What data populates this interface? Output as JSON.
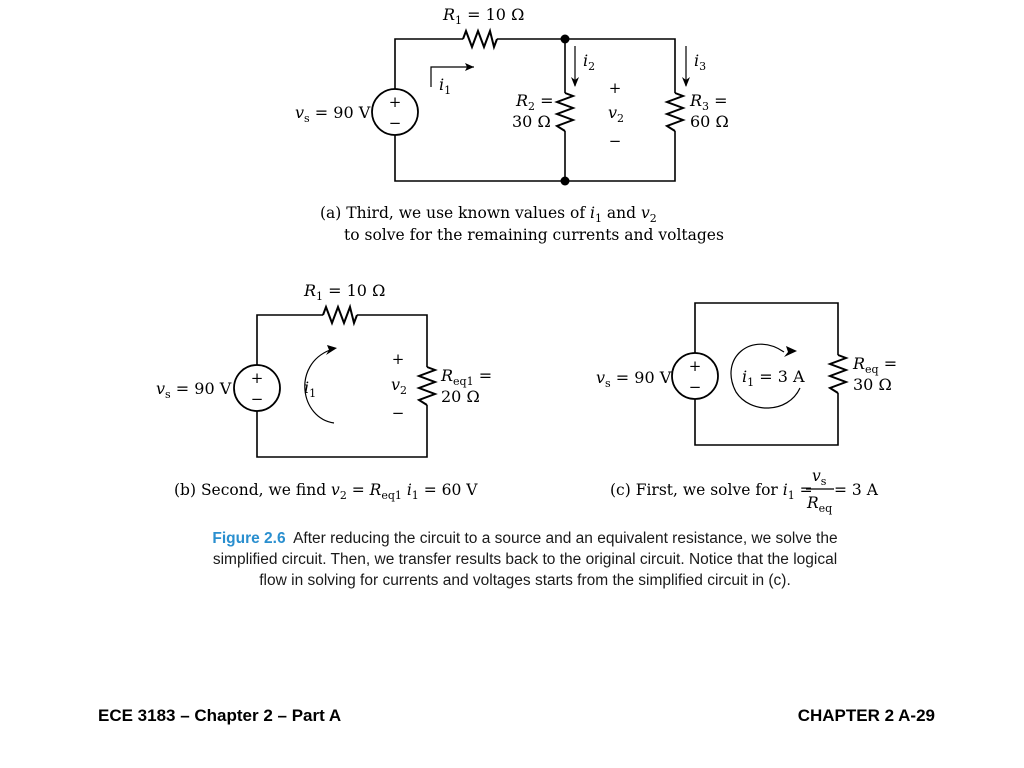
{
  "panel_a": {
    "r1_sym": "R",
    "r1_sub": "1",
    "r1_val": " = 10 Ω",
    "i1_sym": "i",
    "i1_sub": "1",
    "i2_sym": "i",
    "i2_sub": "2",
    "i3_sym": "i",
    "i3_sub": "3",
    "vs_sym": "v",
    "vs_sub": "s",
    "vs_val": " = 90 V",
    "r2_sym": "R",
    "r2_sub": "2",
    "r2_eq": " =",
    "r2_val": "30 Ω",
    "r3_sym": "R",
    "r3_sub": "3",
    "r3_eq": " =",
    "r3_val": "60 Ω",
    "v2_sym": "v",
    "v2_sub": "2",
    "plus": "+",
    "minus": "−",
    "caption_line1_pre": "(a) Third, we use known values of ",
    "caption_line1_and": " and ",
    "caption_line2": "to solve for the remaining currents and voltages"
  },
  "panel_b": {
    "r1_sym": "R",
    "r1_sub": "1",
    "r1_val": " = 10 Ω",
    "vs_sym": "v",
    "vs_sub": "s",
    "vs_val": " = 90 V",
    "i1_sym": "i",
    "i1_sub": "1",
    "v2_sym": "v",
    "v2_sub": "2",
    "req_sym": "R",
    "req_sub": "eq1",
    "req_eq": " =",
    "req_val": "20 Ω",
    "plus": "+",
    "minus": "−",
    "caption_pre": "(b) Second, we find ",
    "caption_eq1": " = ",
    "caption_post": " = 60 V"
  },
  "panel_c": {
    "vs_sym": "v",
    "vs_sub": "s",
    "vs_val": " = 90 V",
    "i1_sym": "i",
    "i1_sub": "1",
    "i1_val": " = 3 A",
    "req_sym": "R",
    "req_sub": "eq",
    "req_eq": " =",
    "req_val": "30 Ω",
    "plus": "+",
    "minus": "−",
    "caption_pre": "(c) First, we solve for ",
    "caption_eq": " = ",
    "frac_num_sym": "v",
    "frac_num_sub": "s",
    "frac_den_sym": "R",
    "frac_den_sub": "eq",
    "caption_post": " = 3 A"
  },
  "caption": {
    "label": "Figure 2.6",
    "text": "After reducing the circuit to a source and an equivalent resistance, we solve the simplified circuit. Then, we transfer results back to the original circuit. Notice that the logical flow in solving for currents and voltages starts from the simplified circuit in (c)."
  },
  "footer": {
    "left": "ECE 3183 – Chapter 2 – Part A",
    "right": "CHAPTER 2 A-29"
  }
}
